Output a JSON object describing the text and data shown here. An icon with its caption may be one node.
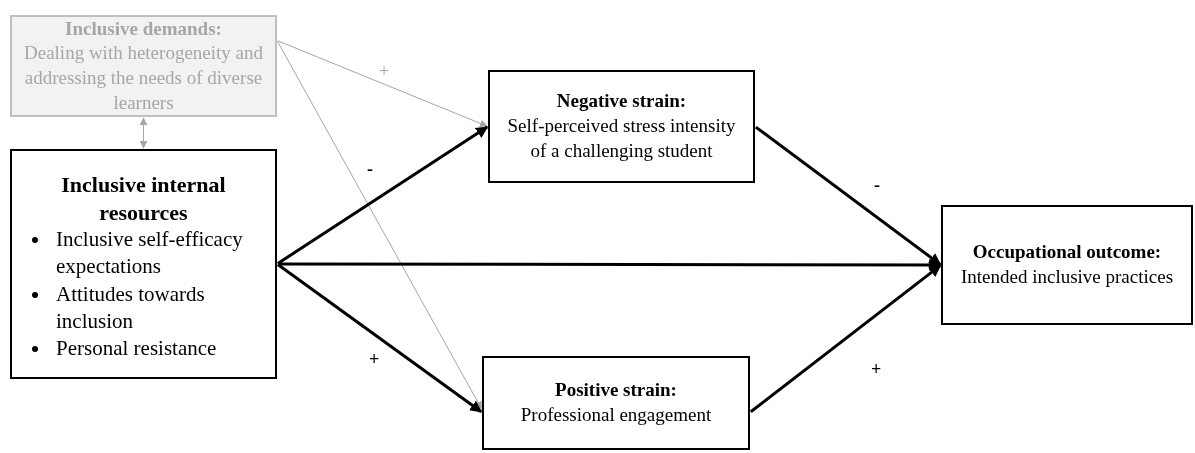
{
  "diagram": {
    "nodes": [
      {
        "text": [
          "Inclusive demands:",
          "Dealing with heterogeneity and addressing the needs of diverse learners"
        ]
      },
      {
        "text": [
          "Inclusive internal resources",
          "Inclusive self-efficacy expectations",
          "Attitudes towards inclusion",
          "Personal resistance"
        ]
      },
      {
        "text": [
          "Negative strain:",
          "Self-perceived stress intensity of a challenging student"
        ]
      },
      {
        "text": [
          "Positive strain:",
          "Professional engagement"
        ]
      },
      {
        "text": [
          "Occupational outcome:",
          "Intended inclusive practices"
        ]
      }
    ],
    "edges": [
      {
        "from": 0,
        "to": 1,
        "arrow": "both",
        "color": "#a6a6a6"
      },
      {
        "from": 0,
        "to": 2,
        "arrow": "to",
        "label": "+",
        "color": "#a6a6a6"
      },
      {
        "from": 0,
        "to": 3,
        "arrow": "to",
        "color": "#a6a6a6"
      },
      {
        "from": 1,
        "to": 2,
        "arrow": "to",
        "label": "-"
      },
      {
        "from": 1,
        "to": 4,
        "arrow": "to"
      },
      {
        "from": 1,
        "to": 3,
        "arrow": "to",
        "label": "+"
      },
      {
        "from": 2,
        "to": 4,
        "arrow": "to",
        "label": "-"
      },
      {
        "from": 3,
        "to": 4,
        "arrow": "to",
        "label": "+"
      }
    ]
  }
}
